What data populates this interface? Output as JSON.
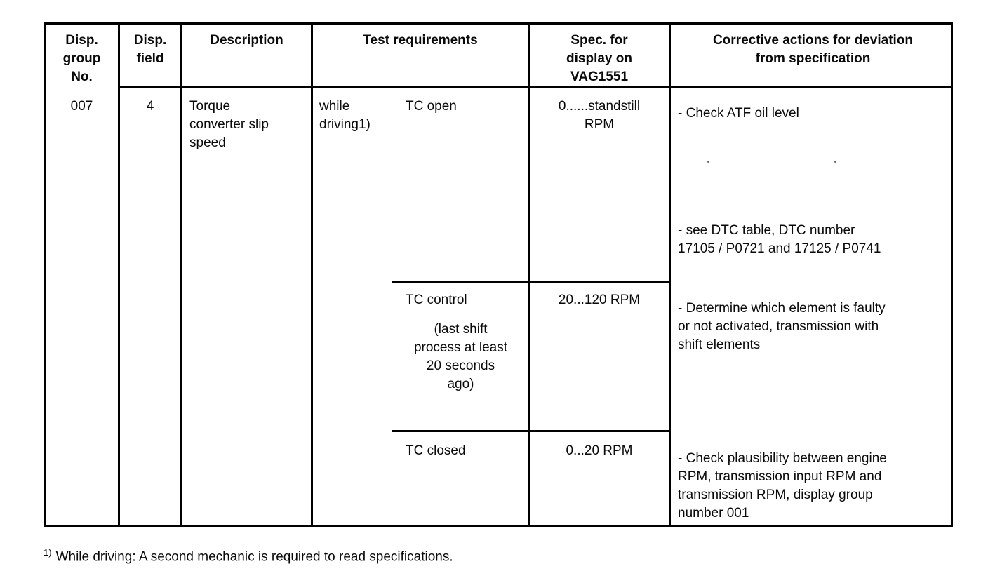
{
  "page": {
    "background_color": "#ffffff",
    "text_color": "#0a0a0a",
    "border_color": "#000000"
  },
  "table": {
    "headers": {
      "disp_group": "Disp.\ngroup\nNo.",
      "disp_field": "Disp.\nfield",
      "description": "Description",
      "test_requirements": "Test requirements",
      "spec": "Spec. for\ndisplay on\nVAG1551",
      "corrective": "Corrective actions for deviation\nfrom specification"
    },
    "row": {
      "disp_group_no": "007",
      "disp_field": "4",
      "description": "Torque\nconverter slip\nspeed",
      "test_condition": "while\ndriving1)",
      "tests": [
        {
          "name": "TC open",
          "note": "",
          "spec": "0......standstill\nRPM"
        },
        {
          "name": "TC control",
          "note": "(last shift\nprocess at least\n20 seconds\nago)",
          "spec": "20...120 RPM"
        },
        {
          "name": "TC closed",
          "note": "",
          "spec": "0...20 RPM"
        }
      ],
      "corrective_actions": [
        "- Check ATF oil level",
        "- see DTC table, DTC number\n17105 / P0721 and 17125 / P0741",
        "- Determine which element is faulty\nor not activated, transmission with\nshift elements",
        "- Check plausibility between engine\nRPM, transmission input RPM and\ntransmission RPM, display group\nnumber 001"
      ]
    }
  },
  "footnote": {
    "marker": "1)",
    "text": "While driving: A second mechanic is required to read specifications."
  }
}
